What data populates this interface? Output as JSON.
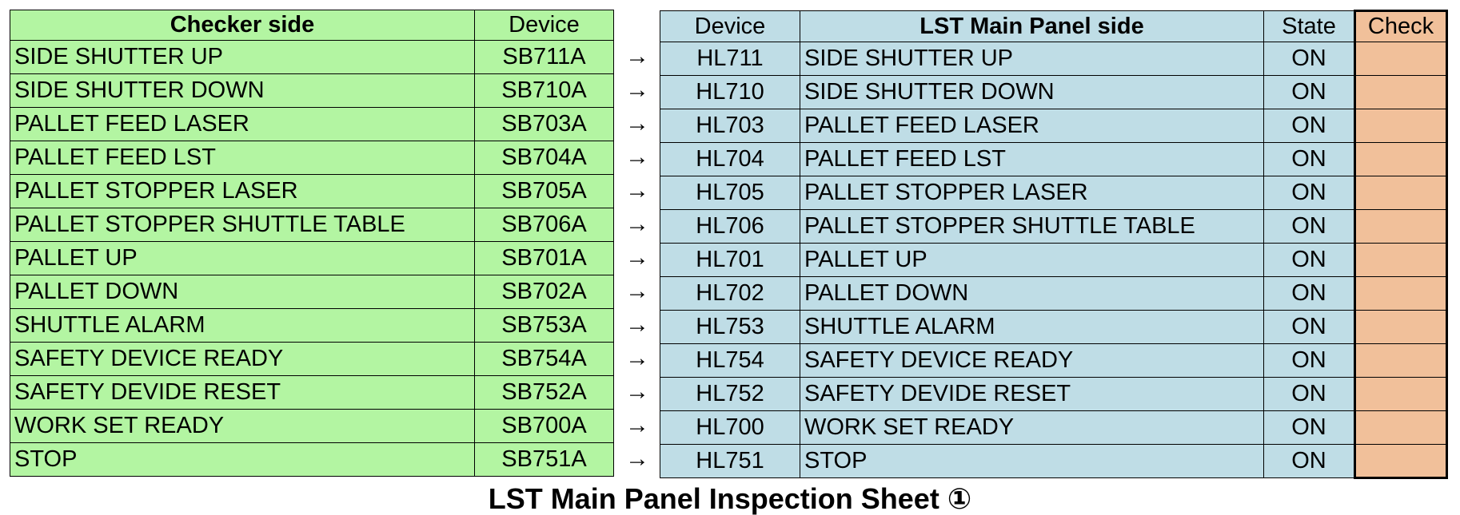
{
  "left_header": {
    "name": "Checker side",
    "device": "Device"
  },
  "right_header": {
    "device": "Device",
    "name": "LST Main Panel side",
    "state": "State",
    "check": "Check"
  },
  "arrow_glyph": "→",
  "rows": [
    {
      "checker_name": "SIDE SHUTTER UP",
      "checker_device": "SB711A",
      "panel_device": "HL711",
      "panel_name": "SIDE SHUTTER UP",
      "state": "ON",
      "check": ""
    },
    {
      "checker_name": "SIDE SHUTTER DOWN",
      "checker_device": "SB710A",
      "panel_device": "HL710",
      "panel_name": "SIDE SHUTTER DOWN",
      "state": "ON",
      "check": ""
    },
    {
      "checker_name": "PALLET FEED LASER",
      "checker_device": "SB703A",
      "panel_device": "HL703",
      "panel_name": "PALLET FEED LASER",
      "state": "ON",
      "check": ""
    },
    {
      "checker_name": "PALLET FEED LST",
      "checker_device": "SB704A",
      "panel_device": "HL704",
      "panel_name": "PALLET FEED LST",
      "state": "ON",
      "check": ""
    },
    {
      "checker_name": "PALLET STOPPER LASER",
      "checker_device": "SB705A",
      "panel_device": "HL705",
      "panel_name": "PALLET STOPPER LASER",
      "state": "ON",
      "check": ""
    },
    {
      "checker_name": "PALLET STOPPER SHUTTLE TABLE",
      "checker_device": "SB706A",
      "panel_device": "HL706",
      "panel_name": "PALLET STOPPER SHUTTLE TABLE",
      "state": "ON",
      "check": ""
    },
    {
      "checker_name": "PALLET UP",
      "checker_device": "SB701A",
      "panel_device": "HL701",
      "panel_name": "PALLET UP",
      "state": "ON",
      "check": ""
    },
    {
      "checker_name": "PALLET DOWN",
      "checker_device": "SB702A",
      "panel_device": "HL702",
      "panel_name": "PALLET DOWN",
      "state": "ON",
      "check": ""
    },
    {
      "checker_name": "SHUTTLE ALARM",
      "checker_device": "SB753A",
      "panel_device": "HL753",
      "panel_name": "SHUTTLE ALARM",
      "state": "ON",
      "check": ""
    },
    {
      "checker_name": "SAFETY DEVICE READY",
      "checker_device": "SB754A",
      "panel_device": "HL754",
      "panel_name": "SAFETY DEVICE READY",
      "state": "ON",
      "check": ""
    },
    {
      "checker_name": "SAFETY DEVIDE RESET",
      "checker_device": "SB752A",
      "panel_device": "HL752",
      "panel_name": "SAFETY DEVIDE RESET",
      "state": "ON",
      "check": ""
    },
    {
      "checker_name": "WORK SET READY",
      "checker_device": "SB700A",
      "panel_device": "HL700",
      "panel_name": "WORK SET READY",
      "state": "ON",
      "check": ""
    },
    {
      "checker_name": "STOP",
      "checker_device": "SB751A",
      "panel_device": "HL751",
      "panel_name": "STOP",
      "state": "ON",
      "check": ""
    }
  ],
  "footer_title": "LST Main Panel Inspection Sheet ①",
  "colors": {
    "checker_bg": "#b3f5a2",
    "panel_bg": "#bfdde6",
    "check_bg": "#f1c09a"
  }
}
